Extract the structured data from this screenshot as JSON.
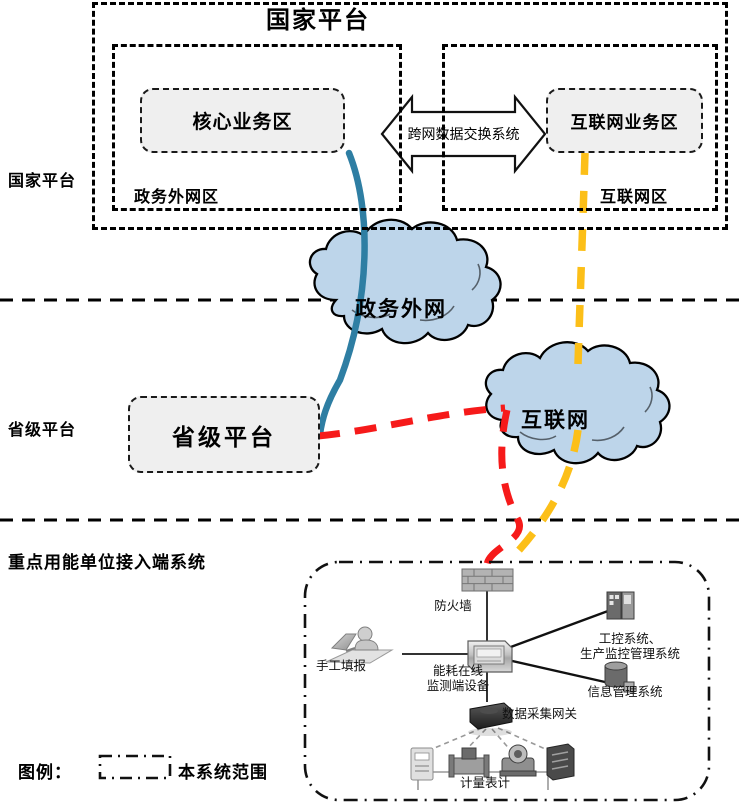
{
  "diagram": {
    "national": {
      "title": "国家平台",
      "gov_zone_label": "政务外网区",
      "net_zone_label": "互联网区",
      "core_business": "核心业务区",
      "internet_business": "互联网业务区",
      "exchange_system": "跨网数据交换系统"
    },
    "side_labels": {
      "national": "国家平台",
      "provincial": "省级平台",
      "terminal": "重点用能单位接入端系统"
    },
    "provincial": {
      "box": "省级平台"
    },
    "clouds": [
      {
        "name": "政务外网",
        "fill": "#bdd5ea",
        "stroke": "#000000"
      },
      {
        "name": "互联网",
        "fill": "#bdd5ea",
        "stroke": "#000000"
      }
    ],
    "links": {
      "gov_line_color": "#2e7ea3",
      "red_line_color": "#f61a1a",
      "yellow_line_color": "#fcbf18"
    },
    "terminal": {
      "firewall": "防火墙",
      "manual_entry": "手工填报",
      "edge_device": "能耗在线\n监测端设备",
      "edge_device_line1": "能耗在线",
      "edge_device_line2": "监测端设备",
      "gateway": "数据采集网关",
      "ics_line1": "工控系统、",
      "ics_line2": "生产监控管理系统",
      "mis": "信息管理系统",
      "meters": "计量表计"
    },
    "legend": {
      "title": "图例：",
      "swatch_style": "dash-dot-box",
      "text": "本系统范围"
    }
  }
}
